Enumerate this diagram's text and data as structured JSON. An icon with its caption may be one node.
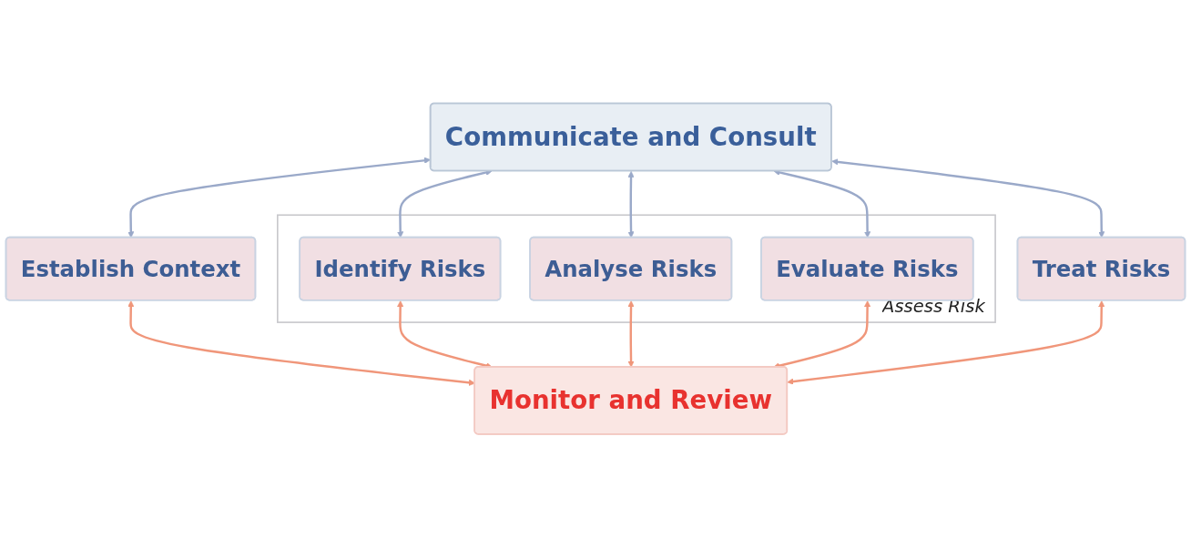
{
  "diagram": {
    "nodes": [
      {
        "text": [
          "Communicate and Consult"
        ]
      },
      {
        "text": [
          "Establish Context"
        ]
      },
      {
        "text": [
          "Assess Risk"
        ]
      },
      {
        "text": [
          "Identify Risks"
        ],
        "in": 2
      },
      {
        "text": [
          "Analyse Risks"
        ],
        "in": 2
      },
      {
        "text": [
          "Evaluate Risks"
        ],
        "in": 2
      },
      {
        "text": [
          "Treat Risks"
        ]
      },
      {
        "text": [
          "Monitor and Review"
        ]
      }
    ],
    "edges": [
      {
        "from": 0,
        "to": 1,
        "arrow": "both",
        "color": "#9aa9c9"
      },
      {
        "from": 0,
        "to": 3,
        "arrow": "both",
        "color": "#9aa9c9"
      },
      {
        "from": 0,
        "to": 4,
        "arrow": "both",
        "color": "#9aa9c9"
      },
      {
        "from": 0,
        "to": 5,
        "arrow": "both",
        "color": "#9aa9c9"
      },
      {
        "from": 0,
        "to": 6,
        "arrow": "both",
        "color": "#9aa9c9"
      },
      {
        "from": 1,
        "to": 7,
        "arrow": "both",
        "color": "#f0967a"
      },
      {
        "from": 3,
        "to": 7,
        "arrow": "both",
        "color": "#f0967a"
      },
      {
        "from": 4,
        "to": 7,
        "arrow": "both",
        "color": "#f0967a"
      },
      {
        "from": 5,
        "to": 7,
        "arrow": "both",
        "color": "#f0967a"
      },
      {
        "from": 6,
        "to": 7,
        "arrow": "both",
        "color": "#f0967a"
      }
    ]
  }
}
